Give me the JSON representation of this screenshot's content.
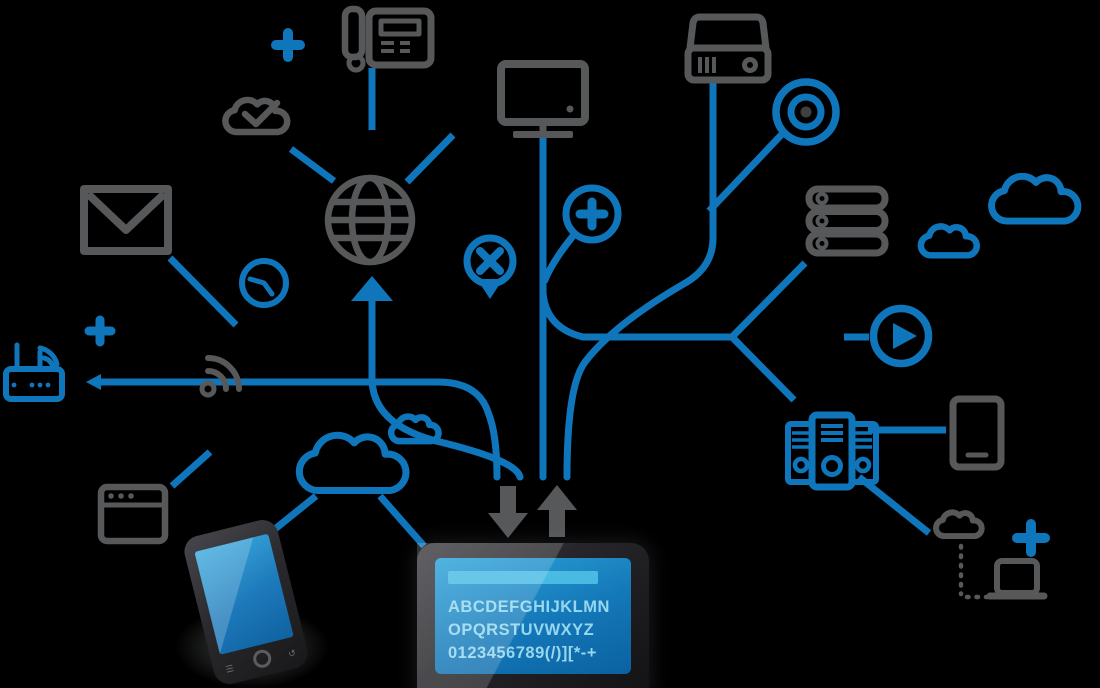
{
  "background": "#000000",
  "palette": {
    "blue": "#1076bc",
    "gray": "#57585a",
    "dark": "#3f3f41",
    "tablet_text": "#96d7ef"
  },
  "tablet": {
    "screen_lines": [
      "ABCDEFGHIJKLMN",
      "OPQRSTUVWXYZ",
      "0123456789(/)][*-+"
    ]
  },
  "nodes": [
    {
      "name": "desk-phone-icon",
      "color": "gray"
    },
    {
      "name": "plus-icon-top",
      "color": "blue"
    },
    {
      "name": "cloud-check-icon",
      "color": "gray"
    },
    {
      "name": "envelope-icon",
      "color": "gray"
    },
    {
      "name": "globe-icon",
      "color": "gray"
    },
    {
      "name": "clock-icon",
      "color": "blue"
    },
    {
      "name": "monitor-icon",
      "color": "gray"
    },
    {
      "name": "add-circle-icon",
      "color": "blue"
    },
    {
      "name": "location-pin-x-icon",
      "color": "blue"
    },
    {
      "name": "storage-drive-icon",
      "color": "gray"
    },
    {
      "name": "target-dot-icon",
      "color": "blue"
    },
    {
      "name": "server-stack-icon",
      "color": "gray"
    },
    {
      "name": "cloud-small-right-icon",
      "color": "blue"
    },
    {
      "name": "cloud-large-right-icon",
      "color": "blue"
    },
    {
      "name": "play-button-icon",
      "color": "blue"
    },
    {
      "name": "wifi-router-icon",
      "color": "blue"
    },
    {
      "name": "plus-icon-left",
      "color": "blue"
    },
    {
      "name": "rss-signal-icon",
      "color": "gray"
    },
    {
      "name": "browser-window-icon",
      "color": "gray"
    },
    {
      "name": "cloud-center-large-icon",
      "color": "blue"
    },
    {
      "name": "cloud-center-small-icon",
      "color": "blue"
    },
    {
      "name": "server-rack-icon",
      "color": "blue"
    },
    {
      "name": "tablet-outline-icon",
      "color": "gray"
    },
    {
      "name": "cloud-dotted-icon",
      "color": "gray"
    },
    {
      "name": "laptop-icon",
      "color": "gray"
    },
    {
      "name": "plus-icon-bottom-right",
      "color": "blue"
    },
    {
      "name": "download-arrow-icon",
      "color": "dark"
    },
    {
      "name": "upload-arrow-icon",
      "color": "dark"
    },
    {
      "name": "smartphone-device",
      "color": "photo"
    },
    {
      "name": "tablet-device",
      "color": "photo"
    }
  ]
}
